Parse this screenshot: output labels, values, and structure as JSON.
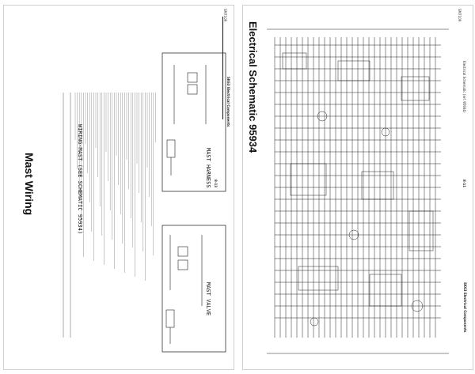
{
  "left_page": {
    "header_code": "SM7109",
    "section_title": "Mast Wiring",
    "running_header": "SK63 Electrical Components",
    "page_number": "8-13",
    "table_title": "WIRING-MAST (SEE SCHEMATIC 95934)",
    "labels": {
      "mast_valve": "MAST VALVE",
      "mast_harness": "MAST HARNESS"
    }
  },
  "right_page": {
    "header_code": "SM7109",
    "section_title": "Electrical Schematic 95934",
    "running_header": "SK63 Electrical Components",
    "page_number": "8-11",
    "subtitle": "Electrical Schematic (ref. 95934)"
  }
}
